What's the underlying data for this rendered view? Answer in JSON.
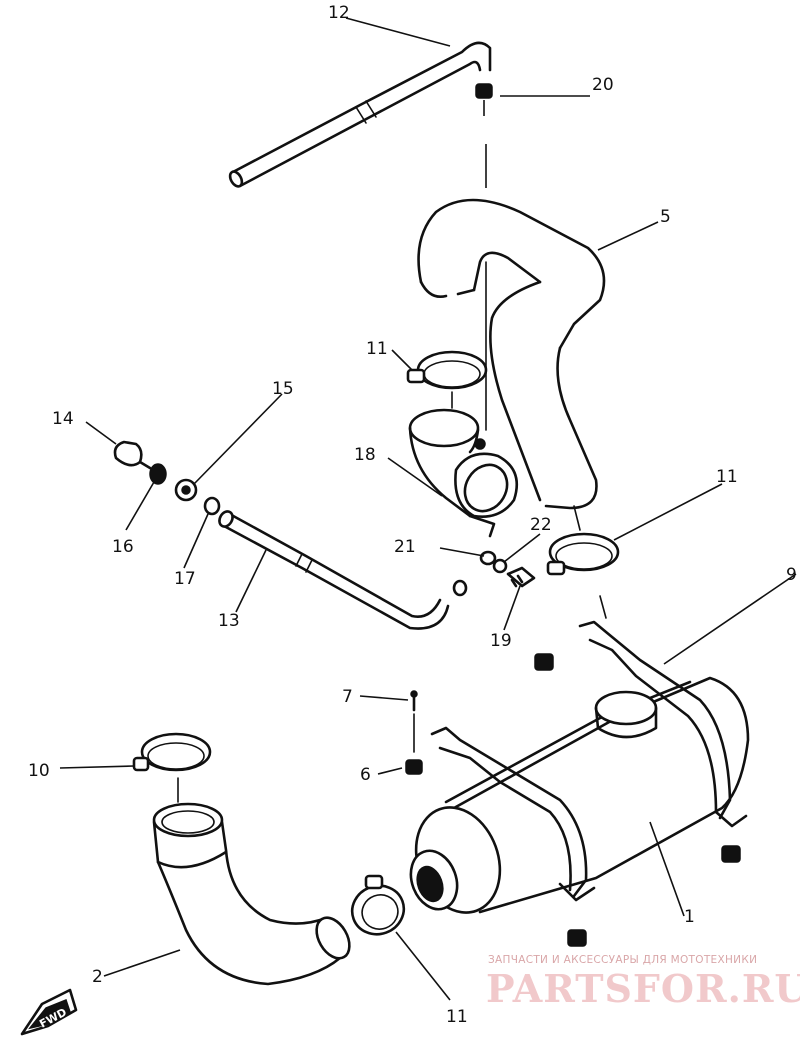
{
  "callouts": {
    "c1": "1",
    "c2": "2",
    "c5": "5",
    "c6": "6",
    "c7": "7",
    "c9": "9",
    "c10": "10",
    "c11a": "11",
    "c11b": "11",
    "c11c": "11",
    "c12": "12",
    "c13": "13",
    "c14": "14",
    "c15": "15",
    "c16": "16",
    "c17": "17",
    "c18": "18",
    "c19": "19",
    "c20": "20",
    "c21": "21",
    "c22": "22"
  },
  "fwd_marker": "FWD",
  "watermark": {
    "line1": "ЗАПЧАСТИ И АКСЕССУАРЫ ДЛЯ МОТОТЕХНИКИ",
    "line2": "PARTSFOR.RU"
  }
}
